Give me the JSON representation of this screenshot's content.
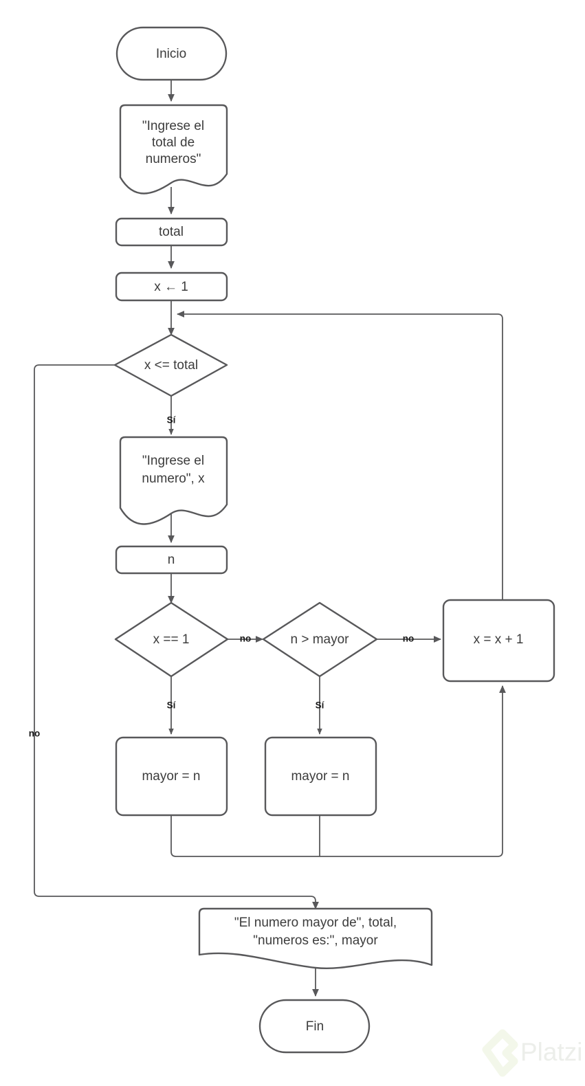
{
  "diagram": {
    "title": "Flowchart - numero mayor",
    "colors": {
      "stroke": "#58585a",
      "text": "#3c3c3c",
      "background": "#ffffff",
      "edge_label": "#1a1a1a",
      "watermark": "#eceeea",
      "watermark_accent": "#f3f7ea"
    },
    "nodes": [
      {
        "id": "inicio",
        "type": "terminator",
        "label": "Inicio"
      },
      {
        "id": "print_total",
        "type": "document",
        "label_line1": "\"Ingrese el",
        "label_line2": "total de",
        "label_line3": "numeros\""
      },
      {
        "id": "read_total",
        "type": "process",
        "label": "total"
      },
      {
        "id": "init_x",
        "type": "process",
        "label": "x ← 1"
      },
      {
        "id": "cond_loop",
        "type": "decision",
        "label": "x <= total"
      },
      {
        "id": "print_numero",
        "type": "document",
        "label_line1": "\"Ingrese el",
        "label_line2": "numero\", x"
      },
      {
        "id": "read_n",
        "type": "process",
        "label": "n"
      },
      {
        "id": "cond_first",
        "type": "decision",
        "label": "x == 1"
      },
      {
        "id": "cond_greater",
        "type": "decision",
        "label": "n > mayor"
      },
      {
        "id": "incr_x",
        "type": "process",
        "label": "x = x + 1"
      },
      {
        "id": "assign_left",
        "type": "process",
        "label": "mayor = n"
      },
      {
        "id": "assign_right",
        "type": "process",
        "label": "mayor = n"
      },
      {
        "id": "print_result",
        "type": "document",
        "label_line1": "\"El numero mayor de\", total,",
        "label_line2": "\"numeros es:\", mayor"
      },
      {
        "id": "fin",
        "type": "terminator",
        "label": "Fin"
      }
    ],
    "edge_labels": {
      "loop_si": "Sí",
      "loop_no": "no",
      "first_si": "Sí",
      "first_no": "no",
      "greater_si": "Sí",
      "greater_no": "no"
    },
    "watermark": {
      "brand": "Platzi"
    }
  }
}
